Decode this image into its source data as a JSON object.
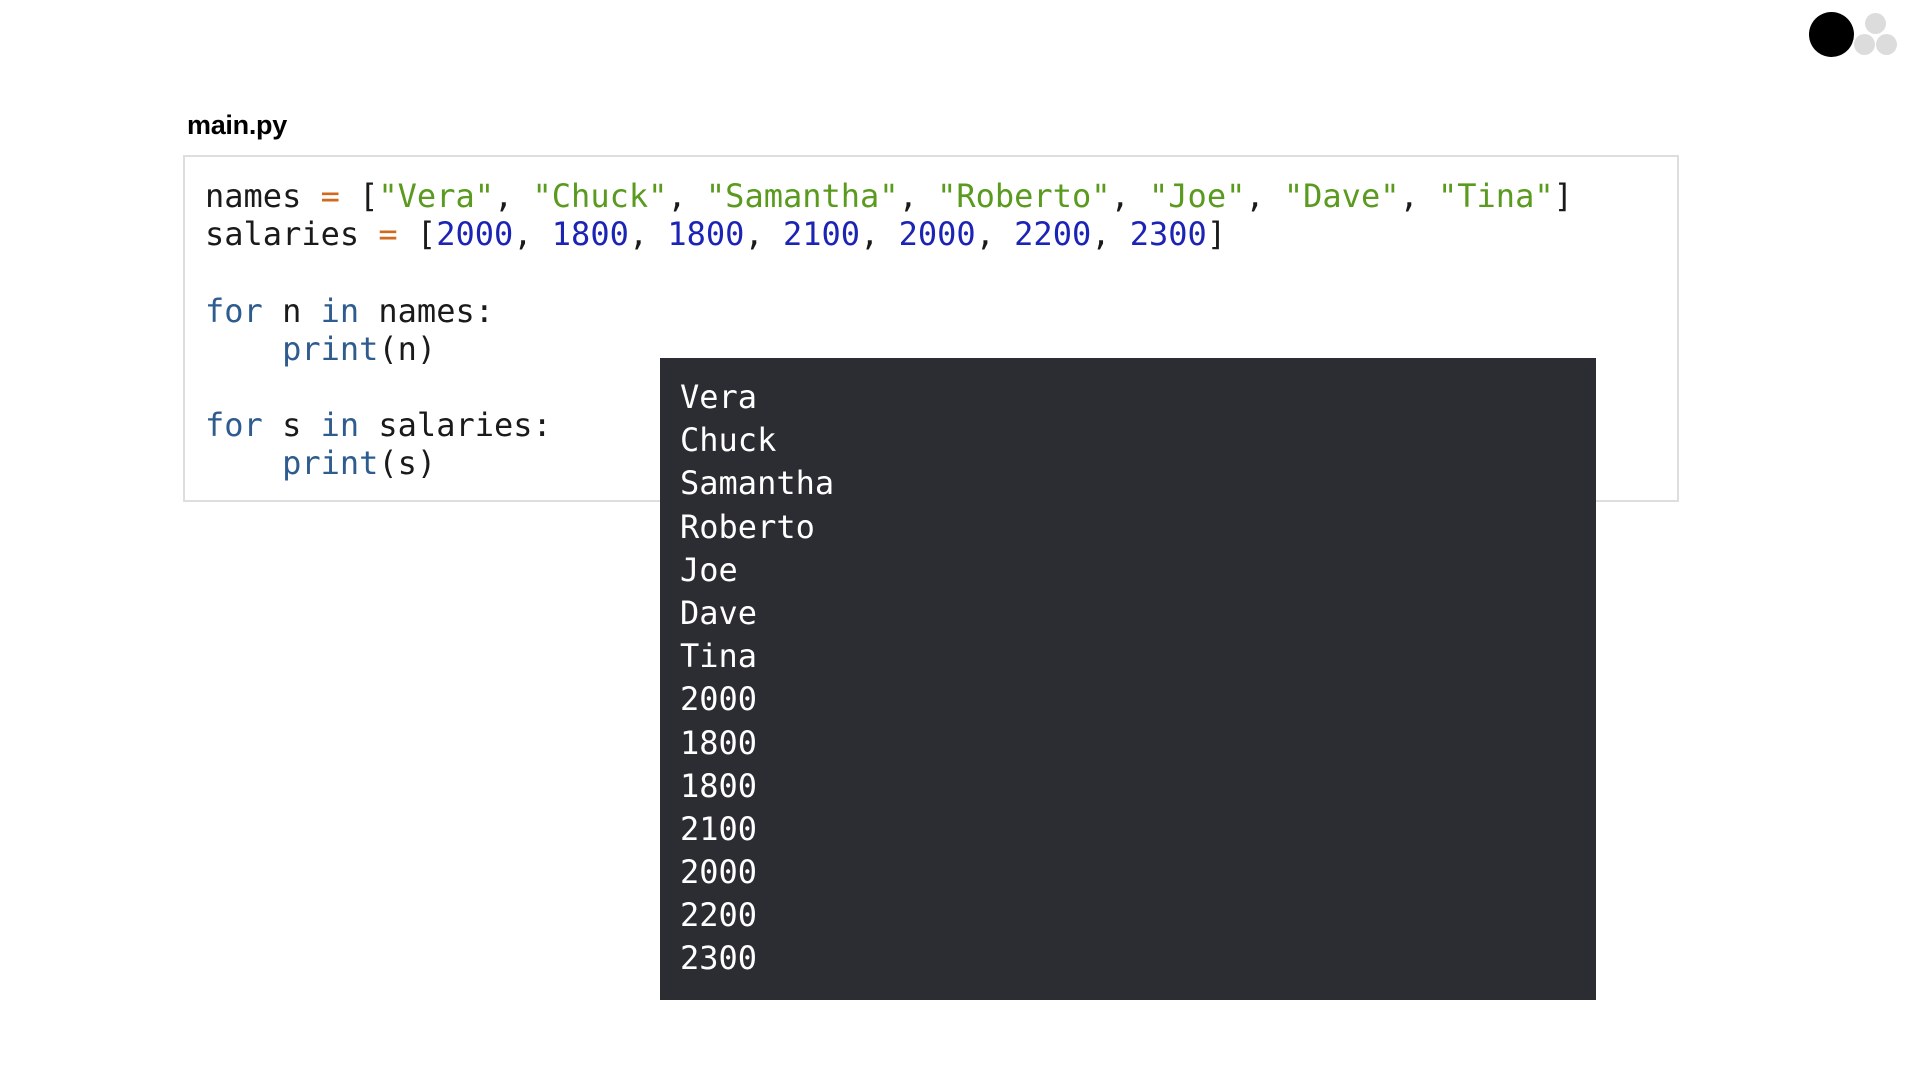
{
  "file": {
    "name": "main.py"
  },
  "code": {
    "lines": [
      [
        {
          "t": "names ",
          "c": "plain"
        },
        {
          "t": "=",
          "c": "op"
        },
        {
          "t": " [",
          "c": "plain"
        },
        {
          "t": "\"Vera\"",
          "c": "str"
        },
        {
          "t": ", ",
          "c": "plain"
        },
        {
          "t": "\"Chuck\"",
          "c": "str"
        },
        {
          "t": ", ",
          "c": "plain"
        },
        {
          "t": "\"Samantha\"",
          "c": "str"
        },
        {
          "t": ", ",
          "c": "plain"
        },
        {
          "t": "\"Roberto\"",
          "c": "str"
        },
        {
          "t": ", ",
          "c": "plain"
        },
        {
          "t": "\"Joe\"",
          "c": "str"
        },
        {
          "t": ", ",
          "c": "plain"
        },
        {
          "t": "\"Dave\"",
          "c": "str"
        },
        {
          "t": ", ",
          "c": "plain"
        },
        {
          "t": "\"Tina\"",
          "c": "str"
        },
        {
          "t": "]",
          "c": "plain"
        }
      ],
      [
        {
          "t": "salaries ",
          "c": "plain"
        },
        {
          "t": "=",
          "c": "op"
        },
        {
          "t": " [",
          "c": "plain"
        },
        {
          "t": "2000",
          "c": "num"
        },
        {
          "t": ", ",
          "c": "plain"
        },
        {
          "t": "1800",
          "c": "num"
        },
        {
          "t": ", ",
          "c": "plain"
        },
        {
          "t": "1800",
          "c": "num"
        },
        {
          "t": ", ",
          "c": "plain"
        },
        {
          "t": "2100",
          "c": "num"
        },
        {
          "t": ", ",
          "c": "plain"
        },
        {
          "t": "2000",
          "c": "num"
        },
        {
          "t": ", ",
          "c": "plain"
        },
        {
          "t": "2200",
          "c": "num"
        },
        {
          "t": ", ",
          "c": "plain"
        },
        {
          "t": "2300",
          "c": "num"
        },
        {
          "t": "]",
          "c": "plain"
        }
      ],
      [],
      [
        {
          "t": "for",
          "c": "kw"
        },
        {
          "t": " n ",
          "c": "plain"
        },
        {
          "t": "in",
          "c": "kw"
        },
        {
          "t": " names:",
          "c": "plain"
        }
      ],
      [
        {
          "t": "    ",
          "c": "plain"
        },
        {
          "t": "print",
          "c": "fn"
        },
        {
          "t": "(n)",
          "c": "plain"
        }
      ],
      [],
      [
        {
          "t": "for",
          "c": "kw"
        },
        {
          "t": " s ",
          "c": "plain"
        },
        {
          "t": "in",
          "c": "kw"
        },
        {
          "t": " salaries:",
          "c": "plain"
        }
      ],
      [
        {
          "t": "    ",
          "c": "plain"
        },
        {
          "t": "print",
          "c": "fn"
        },
        {
          "t": "(s)",
          "c": "plain"
        }
      ]
    ]
  },
  "console": {
    "output": [
      "Vera",
      "Chuck",
      "Samantha",
      "Roberto",
      "Joe",
      "Dave",
      "Tina",
      "2000",
      "1800",
      "1800",
      "2100",
      "2000",
      "2200",
      "2300"
    ]
  },
  "colors": {
    "keyword": "#2f5c8f",
    "operator": "#d2691e",
    "string": "#5a9a1e",
    "number": "#1c24b5",
    "console_bg": "#2b2d33"
  },
  "icons": {
    "logo": "dots-logo-icon"
  }
}
